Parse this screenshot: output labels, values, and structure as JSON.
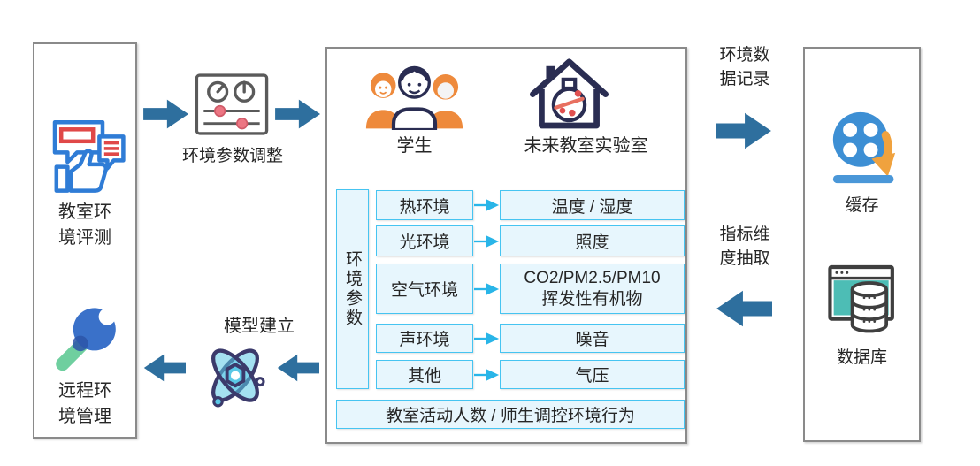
{
  "palette": {
    "arrow_blue": "#2e6f9e",
    "cyan": "#29b5e8",
    "table_border": "#46c4f1",
    "table_fill": "#e7f6fd",
    "panel_border": "#8a8a8a",
    "orange": "#ee8a3c",
    "navy": "#2a2d52",
    "red": "#e05050",
    "icon_blue": "#2f7cd6",
    "wrench_green": "#6fcf9f",
    "db_teal": "#4dbdb5",
    "cache_blue": "#3d8fd4",
    "atom_navy": "#3b3a6b",
    "atom_cyan": "#5ac8e6"
  },
  "left_panel": {
    "evaluation_label_line1": "教室环",
    "evaluation_label_line2": "境评测",
    "management_label_line1": "远程环",
    "management_label_line2": "境管理"
  },
  "top_flow": {
    "adjust_label": "环境参数调整"
  },
  "center_panel": {
    "students_label": "学生",
    "lab_label": "未来教室实验室",
    "param_group_label": "环境参数",
    "rows": [
      {
        "category": "热环境",
        "value": "温度 / 湿度"
      },
      {
        "category": "光环境",
        "value": "照度"
      },
      {
        "category": "空气环境",
        "value_line1": "CO2/PM2.5/PM10",
        "value_line2": "挥发性有机物"
      },
      {
        "category": "声环境",
        "value": "噪音"
      },
      {
        "category": "其他",
        "value": "气压"
      }
    ],
    "bottom_note": "教室活动人数 / 师生调控环境行为"
  },
  "right_flow": {
    "record_label_line1": "环境数",
    "record_label_line2": "据记录",
    "extract_label_line1": "指标维",
    "extract_label_line2": "度抽取"
  },
  "right_panel": {
    "cache_label": "缓存",
    "database_label": "数据库"
  },
  "bottom_flow": {
    "model_label": "模型建立"
  }
}
